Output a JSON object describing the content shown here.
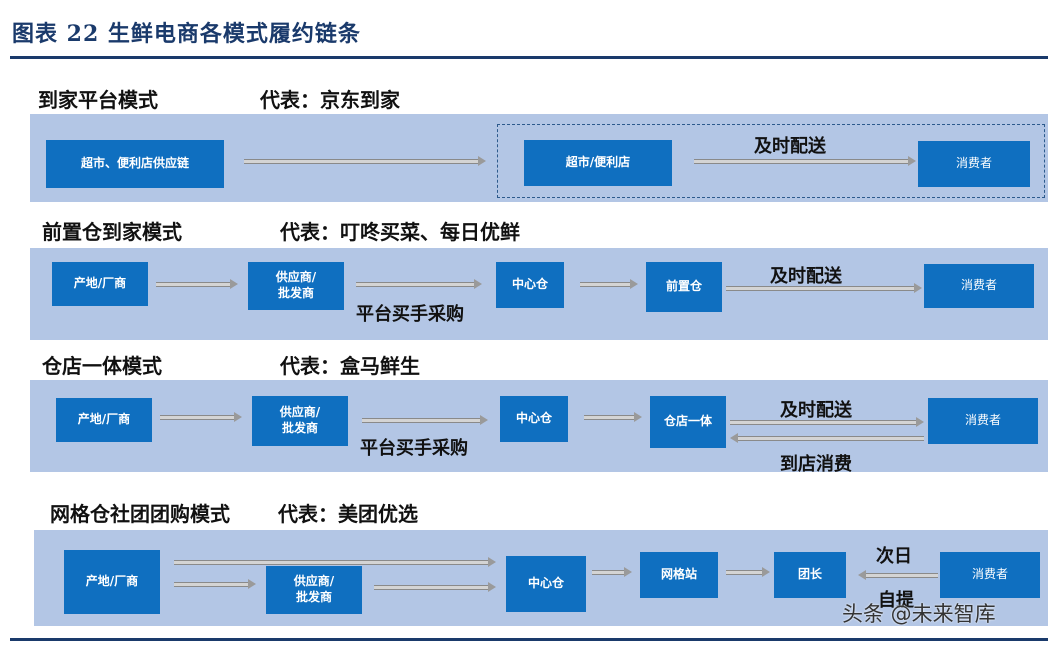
{
  "figure_title": "图表 22   生鲜电商各模式履约链条",
  "sections": [
    {
      "title": "到家平台模式",
      "representative": "代表：京东到家",
      "nodes": [
        "超市、便利店供应链",
        "超市/便利店",
        "消费者"
      ],
      "labels": [
        "及时配送"
      ]
    },
    {
      "title": "前置仓到家模式",
      "representative": "代表：叮咚买菜、每日优鲜",
      "nodes": [
        "产地/厂商",
        "供应商/\n批发商",
        "中心仓",
        "前置仓",
        "消费者"
      ],
      "labels": [
        "平台买手采购",
        "及时配送"
      ]
    },
    {
      "title": "仓店一体模式",
      "representative": "代表：盒马鲜生",
      "nodes": [
        "产地/厂商",
        "供应商/\n批发商",
        "中心仓",
        "仓店一体",
        "消费者"
      ],
      "labels": [
        "平台买手采购",
        "及时配送",
        "到店消费"
      ]
    },
    {
      "title": "网格仓社团团购模式",
      "representative": "代表：美团优选",
      "nodes": [
        "产地/厂商",
        "供应商/\n批发商",
        "中心仓",
        "网格站",
        "团长",
        "消费者"
      ],
      "labels": [
        "次日",
        "自提"
      ]
    }
  ],
  "watermark": "头条 @未来智库",
  "colors": {
    "title": "#1a3a6b",
    "band": "#b3c6e5",
    "node": "#0f6fc0",
    "arrow": "#d4d4d4"
  }
}
